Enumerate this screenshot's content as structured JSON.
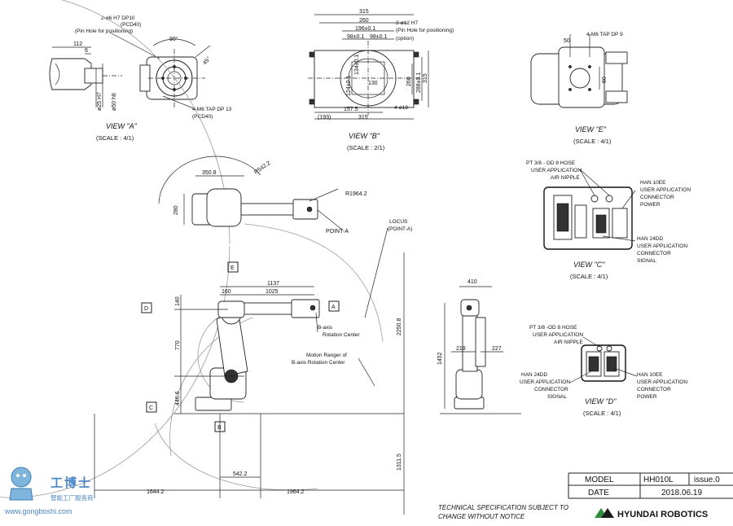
{
  "view_a": {
    "title": "VIEW \"A\"",
    "scale": "(SCALE : 4/1)",
    "note_pin": "2-ø6 H7 DP10",
    "note_pin_pcd": "(PCD40)",
    "note_pin_purpose": "(Pin Hole for positioning)",
    "angle_90": "90°",
    "angle_45": "45°",
    "dim_112": "112",
    "dim_6": "6",
    "dim_25": "ø25 H7",
    "dim_50": "ø50 h8",
    "note_tap": "4-M6 TAP DP 13",
    "note_tap_pcd": "(PCD40)"
  },
  "view_b": {
    "title": "VIEW \"B\"",
    "scale": "(SCALE : 2/1)",
    "note_pin": "2-ø12 H7",
    "note_pin_purpose": "(Pin Hole for positioning)",
    "note_option": "(option)",
    "dim_315_top": "315",
    "dim_260": "260",
    "dim_196": "196±0.1",
    "dim_98a": "98±0.1",
    "dim_98b": "98±0.1",
    "dim_134": "134±0.1",
    "dim_124": "124±0.1",
    "dim_130": "130",
    "dim_260v": "260",
    "dim_288": "288±0.1",
    "dim_315_right": "315",
    "dim_157": "157.5",
    "dim_193": "(193)",
    "dim_315_bottom": "315",
    "note_hole": "4-ø18"
  },
  "view_e": {
    "title": "VIEW \"E\"",
    "scale": "(SCALE : 4/1)",
    "note_tap": "4-M6 TAP DP 9",
    "dim_50": "50",
    "dim_60": "60"
  },
  "view_c": {
    "title": "VIEW \"C\"",
    "scale": "(SCALE : 4/1)",
    "hose_1": "PT 3/8 - OD 8 HOSE",
    "hose_2": "USER APPLICATION",
    "hose_3": "AIR NIPPLE",
    "han10_1": "HAN 10EE",
    "han10_2": "USER APPLICATION",
    "han10_3": "CONNECTOR",
    "han10_4": "POWER",
    "han24_1": "HAN 24DD",
    "han24_2": "USER APPLICATION",
    "han24_3": "CONNECTOR",
    "han24_4": "SIGNAL"
  },
  "view_d": {
    "title": "VIEW \"D\"",
    "scale": "(SCALE : 4/1)",
    "hose_1": "PT 3/8 -OD 8 HOSE",
    "hose_2": "USER APPLICATION",
    "hose_3": "AIR NIPPLE",
    "han24_1": "HAN 24DD",
    "han24_2": "USER APPLICATION",
    "han24_3": "CONNECTOR",
    "han24_4": "SIGNAL",
    "han10_1": "HAN 10EE",
    "han10_2": "USER APPLICATION",
    "han10_3": "CONNECTOR",
    "han10_4": "POWER"
  },
  "top_view": {
    "dim_350": "350.8",
    "dim_280": "280",
    "dim_r542": "R542.2",
    "dim_r1964": "R1964.2",
    "point_a": "POINT-A",
    "locus_1": "LOCUS",
    "locus_2": "(POINT-A)"
  },
  "side_view": {
    "dim_1137": "1137",
    "dim_160": "160",
    "dim_1025": "1025",
    "dim_140": "140",
    "dim_770": "770",
    "dim_446": "446.6",
    "dim_2250": "2250.8",
    "dim_1311": "1311.5",
    "dim_542": "542.2",
    "dim_1644": "1644.2",
    "dim_1964": "1964.2",
    "baxis_1": "B-axis",
    "baxis_2": "Rotation Center",
    "motion_1": "Motion Ranger of",
    "motion_2": "B-axis Rotation Center",
    "arrow_a": "A",
    "arrow_b": "B",
    "arrow_c": "C",
    "arrow_d": "D",
    "arrow_e": "E"
  },
  "front_view": {
    "dim_410": "410",
    "dim_1452": "1452",
    "dim_219": "219",
    "dim_227": "227"
  },
  "footer": {
    "note_1": "TECHNICAL SPECIFICATION SUBJECT TO",
    "note_2": "CHANGE WITHOUT NOTICE",
    "model_label": "MODEL",
    "model_value": "HH010L",
    "issue": "issue.0",
    "date_label": "DATE",
    "date_value": "2018.06.19",
    "brand": "HYUNDAI ROBOTICS"
  },
  "watermark": {
    "name": "工博士",
    "tagline": "智能工厂服务商",
    "url": "www.gongboshi.com"
  }
}
